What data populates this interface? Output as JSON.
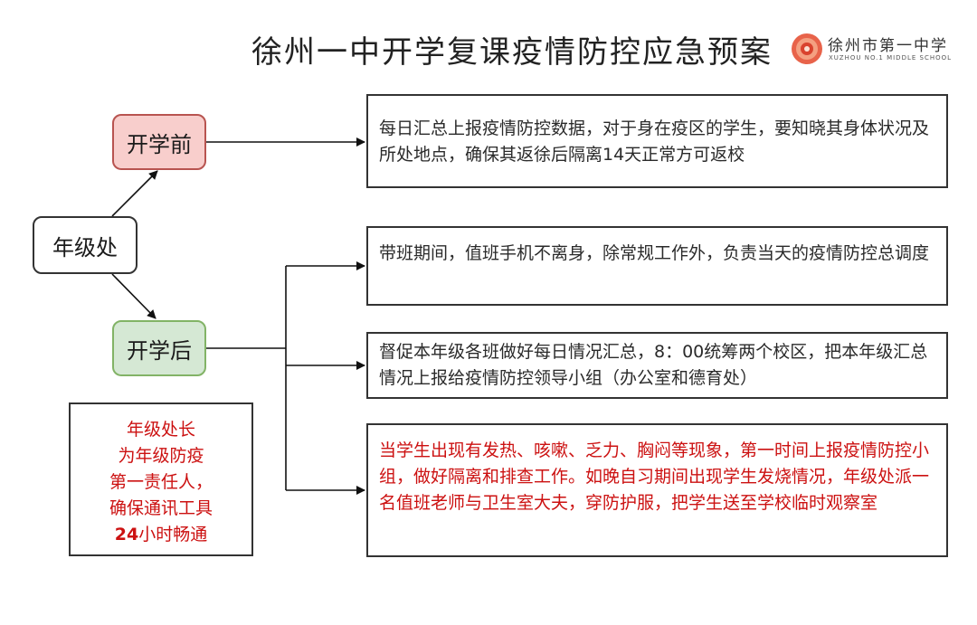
{
  "header": {
    "title": "徐州一中开学复课疫情防控应急预案",
    "school_name_cn": "徐州市第一中学",
    "school_name_en": "XUZHOU NO.1 MIDDLE SCHOOL"
  },
  "nodes": {
    "grade_office": "年级处",
    "before_school": "开学前",
    "after_school": "开学后"
  },
  "boxes": {
    "before_1": "每日汇总上报疫情防控数据，对于身在疫区的学生，要知晓其身体状况及所处地点，确保其返徐后隔离14天正常方可返校",
    "after_1": "带班期间，值班手机不离身，除常规工作外，负责当天的疫情防控总调度",
    "after_2": "督促本年级各班做好每日情况汇总，8：00统筹两个校区，把本年级汇总情况上报给疫情防控领导小组（办公室和德育处）",
    "after_3": "当学生出现有发热、咳嗽、乏力、胸闷等现象，第一时间上报疫情防控小组，做好隔离和排查工作。如晚自习期间出现学生发烧情况，年级处派一名值班老师与卫生室大夫，穿防护服，把学生送至学校临时观察室"
  },
  "note": {
    "line1": "年级处长",
    "line2": "为年级防疫",
    "line3": "第一责任人，",
    "line4": "确保通讯工具",
    "line5_bold": "24",
    "line5_rest": "小时畅通"
  },
  "colors": {
    "before_fill": "#f8cecc",
    "before_border": "#b85450",
    "after_fill": "#d5e8d4",
    "after_border": "#82b366",
    "highlight_text": "#cc1111"
  }
}
